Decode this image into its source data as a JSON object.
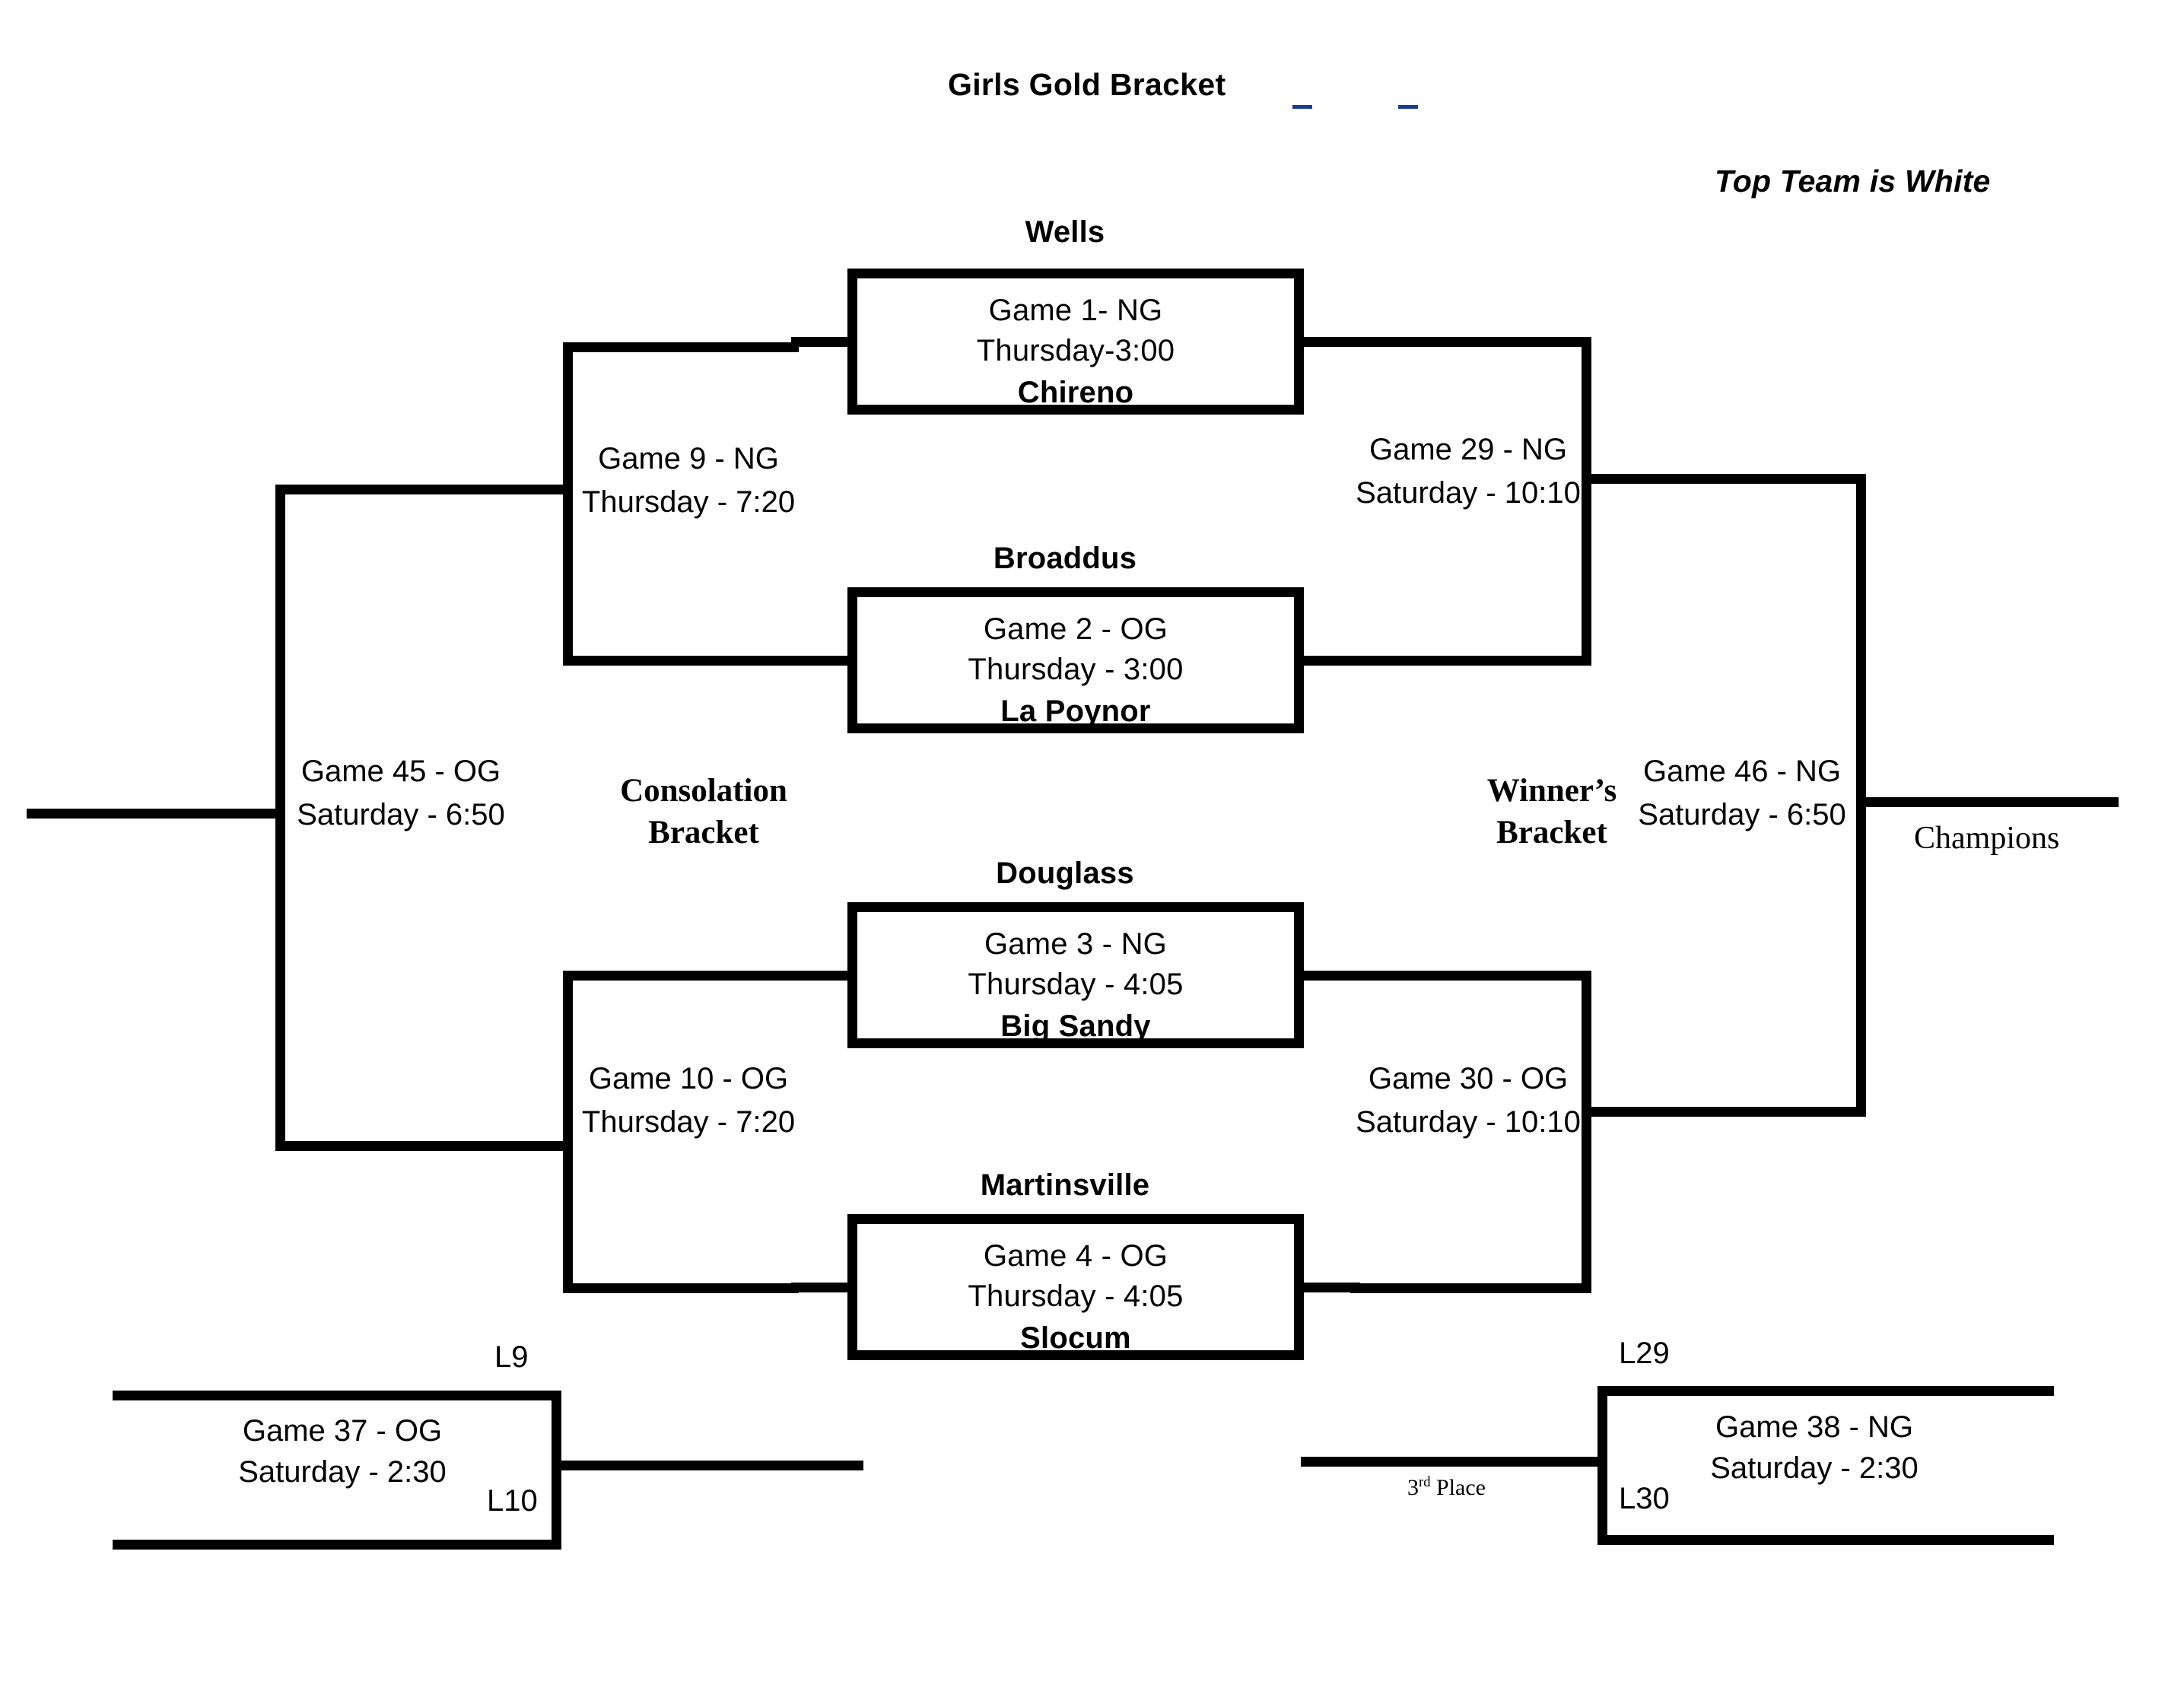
{
  "header": {
    "title": "Girls Gold Bracket",
    "note": "Top Team is White"
  },
  "captions": {
    "consolation": "Consolation\nBracket",
    "consolation_l1": "Consolation",
    "consolation_l2": "Bracket",
    "winners_l1": "Winner’s",
    "winners_l2": "Bracket",
    "champions": "Champions",
    "third_place_num": "3",
    "third_place_ord": "rd",
    "third_place_word": "Place"
  },
  "round1": [
    {
      "id": "game-1",
      "team_top": "Wells",
      "line1": "Game 1- NG",
      "line2": "Thursday-3:00",
      "team_bottom": "Chireno"
    },
    {
      "id": "game-2",
      "team_top": "Broaddus",
      "line1": "Game 2 - OG",
      "line2": "Thursday - 3:00",
      "team_bottom": "La Poynor"
    },
    {
      "id": "game-3",
      "team_top": "Douglass",
      "line1": "Game 3 - NG",
      "line2": "Thursday - 4:05",
      "team_bottom": "Big Sandy"
    },
    {
      "id": "game-4",
      "team_top": "Martinsville",
      "line1": "Game 4 - OG",
      "line2": "Thursday - 4:05",
      "team_bottom": "Slocum"
    }
  ],
  "consolation_rounds": [
    {
      "id": "game-9",
      "line1": "Game 9 - NG",
      "line2": "Thursday - 7:20"
    },
    {
      "id": "game-10",
      "line1": "Game 10 - OG",
      "line2": "Thursday - 7:20"
    },
    {
      "id": "game-45",
      "line1": "Game 45 - OG",
      "line2": "Saturday - 6:50"
    }
  ],
  "winners_rounds": [
    {
      "id": "game-29",
      "line1": "Game 29 - NG",
      "line2": "Saturday - 10:10"
    },
    {
      "id": "game-30",
      "line1": "Game 30 - OG",
      "line2": "Saturday - 10:10"
    },
    {
      "id": "game-46",
      "line1": "Game 46 - NG",
      "line2": "Saturday - 6:50"
    }
  ],
  "placement_games": [
    {
      "id": "game-37",
      "slot_top": "L9",
      "line1": "Game 37 - OG",
      "line2": "Saturday - 2:30",
      "slot_bottom": "L10"
    },
    {
      "id": "game-38",
      "slot_top": "L29",
      "line1": "Game 38 - NG",
      "line2": "Saturday - 2:30",
      "slot_bottom": "L30"
    }
  ],
  "colors": {
    "ink": "#000000",
    "paper": "#ffffff",
    "accent_dash": "#1a3d8f"
  }
}
